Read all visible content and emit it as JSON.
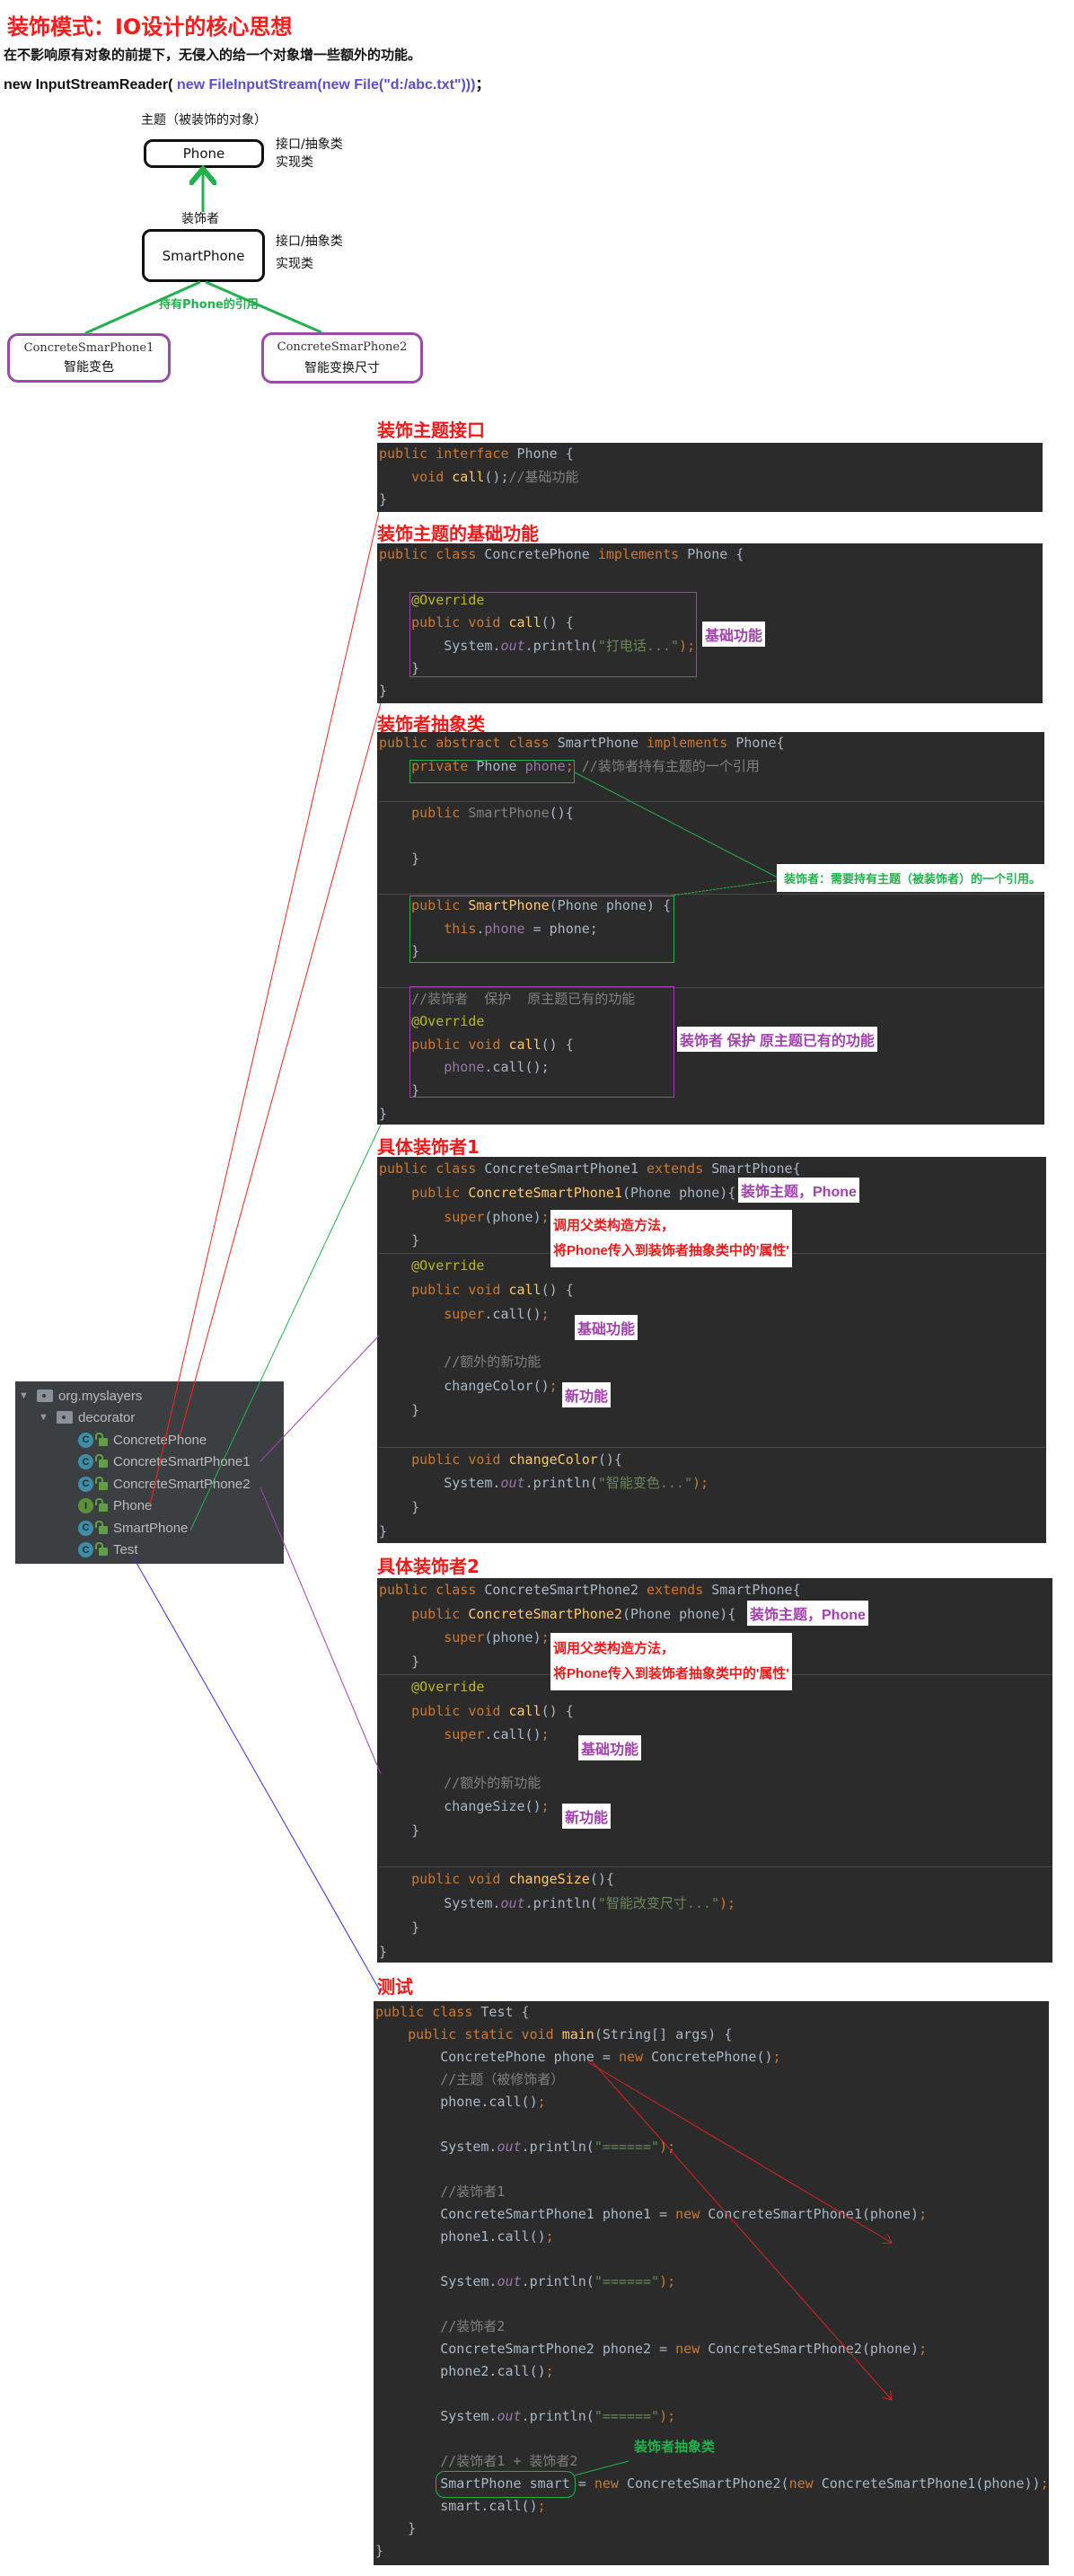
{
  "header": {
    "title": "装饰模式：IO设计的核心思想",
    "subtitle": "在不影响原有对象的前提下，无侵入的给一个对象增一些额外的功能。",
    "io_prefix": "new InputStreamReader( ",
    "io_inner": "new FileInputStream(new File(\"d:/abc.txt\")))",
    "io_suffix": "；"
  },
  "diagram": {
    "subject_label": "主题（被装饰的对象）",
    "phone_box": "Phone",
    "phone_side_1": "接口/抽象类",
    "phone_side_2": "实现类",
    "decorator_label": "装饰者",
    "smartphone_box": "SmartPhone",
    "smart_side_1": "接口/抽象类",
    "smart_side_2": "实现类",
    "reference_label": "持有Phone的引用",
    "concrete1_name": "ConcreteSmarPhone1",
    "concrete1_desc": "智能变色",
    "concrete2_name": "ConcreteSmarPhone2",
    "concrete2_desc": "智能变换尺寸"
  },
  "headings": [
    "装饰主题接口",
    "装饰主题的基础功能",
    "装饰者抽象类",
    "具体装饰者1",
    "具体装饰者2",
    "测试"
  ],
  "notes": {
    "basic_function": "基础功能",
    "decorator_protect": "装饰者 保护 原主题已有的功能",
    "decorator_holds_ref": "装饰者：需要持有主题（被装饰者）的一个引用。",
    "decorated_subject": "装饰主题，Phone",
    "call_super_1": "调用父类构造方法，",
    "call_super_2": "将Phone传入到装饰者抽象类中的'属性'",
    "new_function": "新功能",
    "decorator_abstract": "装饰者抽象类"
  },
  "tree": {
    "root": "org.myslayers",
    "package": "decorator",
    "items": [
      {
        "label": "ConcretePhone",
        "kind": "C"
      },
      {
        "label": "ConcreteSmartPhone1",
        "kind": "C"
      },
      {
        "label": "ConcreteSmartPhone2",
        "kind": "C"
      },
      {
        "label": "Phone",
        "kind": "I"
      },
      {
        "label": "SmartPhone",
        "kind": "C"
      },
      {
        "label": "Test",
        "kind": "C"
      }
    ]
  },
  "code_blocks": [
    {
      "lines": [
        [
          [
            "public interface ",
            "k"
          ],
          [
            "Phone {",
            "p"
          ]
        ],
        [
          [
            "    void ",
            "k"
          ],
          [
            "call",
            "m"
          ],
          [
            "();",
            "p"
          ],
          [
            "//基础功能",
            "c"
          ]
        ],
        [
          [
            "}",
            "p"
          ]
        ]
      ]
    },
    {
      "lines": [
        [
          [
            "public class ",
            "k"
          ],
          [
            "ConcretePhone ",
            "p"
          ],
          [
            "implements ",
            "k"
          ],
          [
            "Phone {",
            "p"
          ]
        ],
        [],
        [
          [
            "    @Override",
            "a"
          ]
        ],
        [
          [
            "    public void ",
            "k"
          ],
          [
            "call",
            "m"
          ],
          [
            "() {",
            "p"
          ]
        ],
        [
          [
            "        System.",
            "p"
          ],
          [
            "out",
            "i"
          ],
          [
            ".println(",
            "p"
          ],
          [
            "\"打电话...\"",
            "s"
          ],
          [
            ");",
            "k"
          ]
        ],
        [
          [
            "    }",
            "p"
          ]
        ],
        [
          [
            "}",
            "p"
          ]
        ]
      ]
    },
    {
      "lines": [
        [
          [
            "public abstract class ",
            "k"
          ],
          [
            "SmartPhone ",
            "p"
          ],
          [
            "implements ",
            "k"
          ],
          [
            "Phone{",
            "p"
          ]
        ],
        [
          [
            "    private ",
            "k"
          ],
          [
            "Phone ",
            "p"
          ],
          [
            "phone",
            "f"
          ],
          [
            ";",
            "k"
          ],
          [
            " //装饰者持有主题的一个引用",
            "c"
          ]
        ],
        [],
        [
          [
            "    public ",
            "k"
          ],
          [
            "SmartPhone",
            "c"
          ],
          [
            "(){",
            "p"
          ]
        ],
        [],
        [
          [
            "    }",
            "p"
          ]
        ],
        [],
        [
          [
            "    public ",
            "k"
          ],
          [
            "SmartPhone",
            "m"
          ],
          [
            "(Phone phone) {",
            "p"
          ]
        ],
        [
          [
            "        this",
            "k"
          ],
          [
            ".",
            "p"
          ],
          [
            "phone",
            "f"
          ],
          [
            " = phone;",
            "p"
          ]
        ],
        [
          [
            "    }",
            "p"
          ]
        ],
        [],
        [
          [
            "    //装饰者  保护  原主题已有的功能",
            "c"
          ]
        ],
        [
          [
            "    @Override",
            "a"
          ]
        ],
        [
          [
            "    public void ",
            "k"
          ],
          [
            "call",
            "m"
          ],
          [
            "() {",
            "p"
          ]
        ],
        [
          [
            "        phone",
            "f"
          ],
          [
            ".call();",
            "p"
          ]
        ],
        [
          [
            "    }",
            "p"
          ]
        ],
        [
          [
            "}",
            "p"
          ]
        ]
      ]
    },
    {
      "lines": [
        [
          [
            "public class ",
            "k"
          ],
          [
            "ConcreteSmartPhone1 ",
            "p"
          ],
          [
            "extends ",
            "k"
          ],
          [
            "SmartPhone{",
            "p"
          ]
        ],
        [
          [
            "    public ",
            "k"
          ],
          [
            "ConcreteSmartPhone1",
            "m"
          ],
          [
            "(Phone phone){",
            "p"
          ]
        ],
        [
          [
            "        super",
            "k"
          ],
          [
            "(phone)",
            "p"
          ],
          [
            ";",
            "k"
          ]
        ],
        [
          [
            "    }",
            "p"
          ]
        ],
        [
          [
            "    @Override",
            "a"
          ]
        ],
        [
          [
            "    public void ",
            "k"
          ],
          [
            "call",
            "m"
          ],
          [
            "() {",
            "p"
          ]
        ],
        [
          [
            "        super",
            "k"
          ],
          [
            ".call()",
            "p"
          ],
          [
            ";",
            "k"
          ]
        ],
        [],
        [
          [
            "        //额外的新功能",
            "c"
          ]
        ],
        [
          [
            "        changeColor()",
            "p"
          ],
          [
            ";",
            "k"
          ]
        ],
        [
          [
            "    }",
            "p"
          ]
        ],
        [],
        [
          [
            "    public void ",
            "k"
          ],
          [
            "changeColor",
            "m"
          ],
          [
            "(){",
            "p"
          ]
        ],
        [
          [
            "        System.",
            "p"
          ],
          [
            "out",
            "i"
          ],
          [
            ".println(",
            "p"
          ],
          [
            "\"智能变色...\"",
            "s"
          ],
          [
            ");",
            "k"
          ]
        ],
        [
          [
            "    }",
            "p"
          ]
        ],
        [
          [
            "}",
            "p"
          ]
        ]
      ]
    },
    {
      "lines": [
        [
          [
            "public class ",
            "k"
          ],
          [
            "ConcreteSmartPhone2 ",
            "p"
          ],
          [
            "extends ",
            "k"
          ],
          [
            "SmartPhone{",
            "p"
          ]
        ],
        [
          [
            "    public ",
            "k"
          ],
          [
            "ConcreteSmartPhone2",
            "m"
          ],
          [
            "(Phone phone){",
            "p"
          ]
        ],
        [
          [
            "        super",
            "k"
          ],
          [
            "(phone)",
            "p"
          ],
          [
            ";",
            "k"
          ]
        ],
        [
          [
            "    }",
            "p"
          ]
        ],
        [
          [
            "    @Override",
            "a"
          ]
        ],
        [
          [
            "    public void ",
            "k"
          ],
          [
            "call",
            "m"
          ],
          [
            "() {",
            "p"
          ]
        ],
        [
          [
            "        super",
            "k"
          ],
          [
            ".call()",
            "p"
          ],
          [
            ";",
            "k"
          ]
        ],
        [],
        [
          [
            "        //额外的新功能",
            "c"
          ]
        ],
        [
          [
            "        changeSize()",
            "p"
          ],
          [
            ";",
            "k"
          ]
        ],
        [
          [
            "    }",
            "p"
          ]
        ],
        [],
        [
          [
            "    public void ",
            "k"
          ],
          [
            "changeSize",
            "m"
          ],
          [
            "(){",
            "p"
          ]
        ],
        [
          [
            "        System.",
            "p"
          ],
          [
            "out",
            "i"
          ],
          [
            ".println(",
            "p"
          ],
          [
            "\"智能改变尺寸...\"",
            "s"
          ],
          [
            ");",
            "k"
          ]
        ],
        [
          [
            "    }",
            "p"
          ]
        ],
        [
          [
            "}",
            "p"
          ]
        ]
      ]
    },
    {
      "lines": [
        [
          [
            "public class ",
            "k"
          ],
          [
            "Test {",
            "p"
          ]
        ],
        [
          [
            "    public static void ",
            "k"
          ],
          [
            "main",
            "m"
          ],
          [
            "(String[] args) {",
            "p"
          ]
        ],
        [
          [
            "        ConcretePhone phone = ",
            "p"
          ],
          [
            "new ",
            "k"
          ],
          [
            "ConcretePhone()",
            "p"
          ],
          [
            ";",
            "k"
          ]
        ],
        [
          [
            "        //主题（被修饰者）",
            "c"
          ]
        ],
        [
          [
            "        phone.call()",
            "p"
          ],
          [
            ";",
            "k"
          ]
        ],
        [],
        [
          [
            "        System.",
            "p"
          ],
          [
            "out",
            "i"
          ],
          [
            ".println(",
            "p"
          ],
          [
            "\"======\"",
            "s"
          ],
          [
            ");",
            "k"
          ]
        ],
        [],
        [
          [
            "        //装饰者1",
            "c"
          ]
        ],
        [
          [
            "        ConcreteSmartPhone1 phone1 = ",
            "p"
          ],
          [
            "new ",
            "k"
          ],
          [
            "ConcreteSmartPhone1(phone)",
            "p"
          ],
          [
            ";",
            "k"
          ]
        ],
        [
          [
            "        phone1.call()",
            "p"
          ],
          [
            ";",
            "k"
          ]
        ],
        [],
        [
          [
            "        System.",
            "p"
          ],
          [
            "out",
            "i"
          ],
          [
            ".println(",
            "p"
          ],
          [
            "\"======\"",
            "s"
          ],
          [
            ");",
            "k"
          ]
        ],
        [],
        [
          [
            "        //装饰者2",
            "c"
          ]
        ],
        [
          [
            "        ConcreteSmartPhone2 phone2 = ",
            "p"
          ],
          [
            "new ",
            "k"
          ],
          [
            "ConcreteSmartPhone2(phone)",
            "p"
          ],
          [
            ";",
            "k"
          ]
        ],
        [
          [
            "        phone2.call()",
            "p"
          ],
          [
            ";",
            "k"
          ]
        ],
        [],
        [
          [
            "        System.",
            "p"
          ],
          [
            "out",
            "i"
          ],
          [
            ".println(",
            "p"
          ],
          [
            "\"======\"",
            "s"
          ],
          [
            ");",
            "k"
          ]
        ],
        [],
        [
          [
            "        //装饰者1 + 装饰者2",
            "c"
          ]
        ],
        [
          [
            "        SmartPhone smart = ",
            "p"
          ],
          [
            "new ",
            "k"
          ],
          [
            "ConcreteSmartPhone2(",
            "p"
          ],
          [
            "new ",
            "k"
          ],
          [
            "ConcreteSmartPhone1(phone))",
            "p"
          ],
          [
            ";",
            "k"
          ]
        ],
        [
          [
            "        smart.call()",
            "p"
          ],
          [
            ";",
            "k"
          ]
        ],
        [
          [
            "    }",
            "p"
          ]
        ],
        [
          [
            "}",
            "p"
          ]
        ]
      ]
    }
  ]
}
